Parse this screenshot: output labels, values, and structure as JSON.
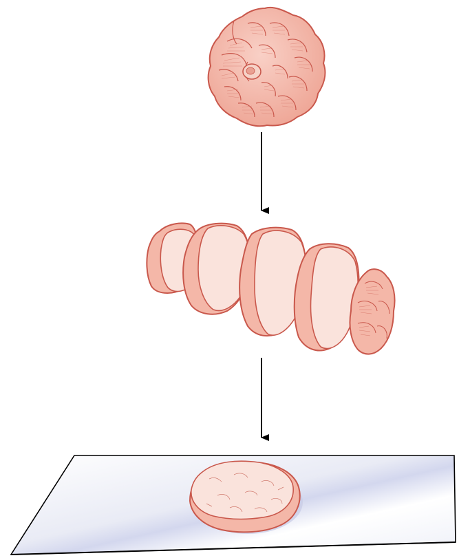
{
  "figure": {
    "kind": "specimen-processing-illustration",
    "stages": [
      {
        "id": "whole-specimen",
        "depiction": "lobulated-tissue-nodule"
      },
      {
        "id": "serial-sections",
        "depiction": "tissue-slices",
        "slice_count": 5
      },
      {
        "id": "mounted-section",
        "depiction": "tissue-on-glass-slide"
      }
    ],
    "arrows": [
      {
        "from": "whole-specimen",
        "to": "serial-sections",
        "direction": "down"
      },
      {
        "from": "serial-sections",
        "to": "mounted-section",
        "direction": "down"
      }
    ],
    "colors": {
      "tissue_fill": "#f4b7a8",
      "tissue_outline": "#c9584c",
      "cut_face": "#fae3dc",
      "slide_fill": "#f1f2f8",
      "slide_shadow": "#c7cbe6",
      "arrow": "#000000"
    }
  }
}
